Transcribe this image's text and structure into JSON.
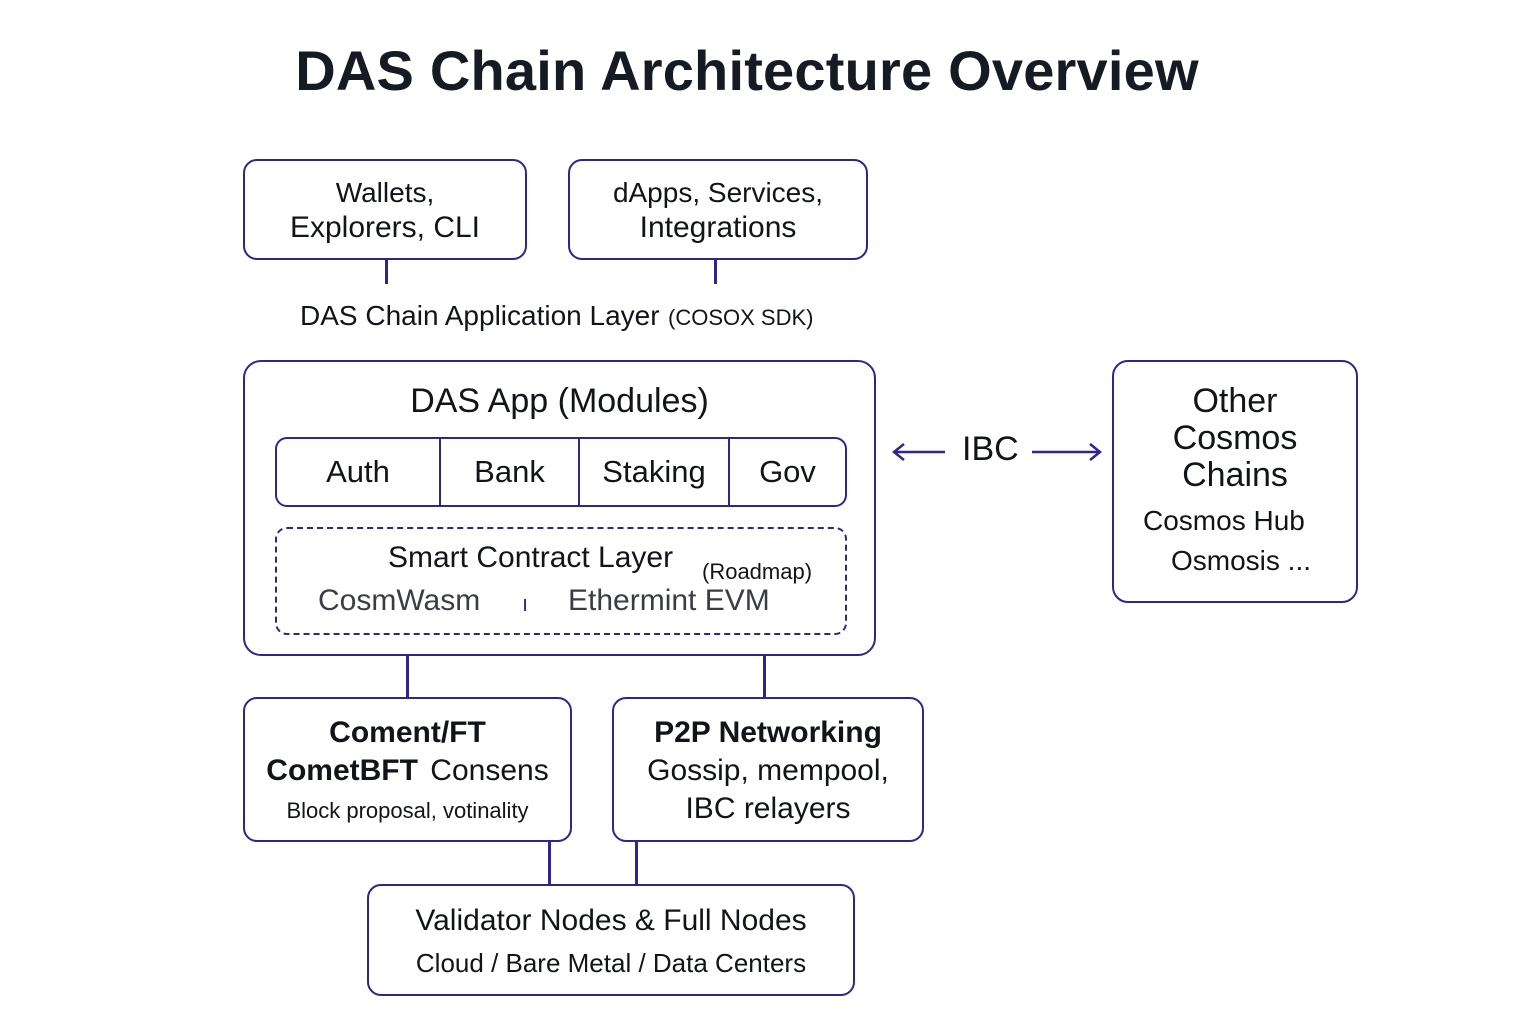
{
  "title": "DAS Chain Architecture Overview",
  "top_boxes": {
    "wallets": {
      "line1": "Wallets,",
      "line2": "Explorers, CLI"
    },
    "dapps": {
      "line1": "dApps, Services,",
      "line2": "Integrations"
    }
  },
  "app_layer": {
    "label": "DAS Chain Application Layer",
    "sdk": "(COSOX SDK)"
  },
  "das_app": {
    "title": "DAS App (Modules)",
    "modules": [
      "Auth",
      "Bank",
      "Staking",
      "Gov"
    ],
    "smart_contract": {
      "title": "Smart Contract Layer",
      "roadmap": "(Roadmap)",
      "left": "CosmWasm",
      "sep": "ı",
      "right": "Ethermint EVM"
    }
  },
  "ibc": {
    "label": "IBC"
  },
  "other_chains": {
    "line1": "Other",
    "line2": "Cosmos",
    "line3": "Chains",
    "item1": "Cosmos Hub",
    "item2": "Osmosis  ..."
  },
  "consensus": {
    "line1": "Coment/FT",
    "line2a": "CometBFT",
    "line2b": "Consens",
    "line3": "Block proposal, votinality"
  },
  "p2p": {
    "line1": "P2P Networking",
    "line2": "Gossip, mempool,",
    "line3": "IBC relayers"
  },
  "validators": {
    "line1": "Validator Nodes & Full Nodes",
    "line2": "Cloud / Bare Metal / Data Centers"
  },
  "colors": {
    "stroke": "#2e2590",
    "text": "#111418",
    "title": "#161a22"
  }
}
